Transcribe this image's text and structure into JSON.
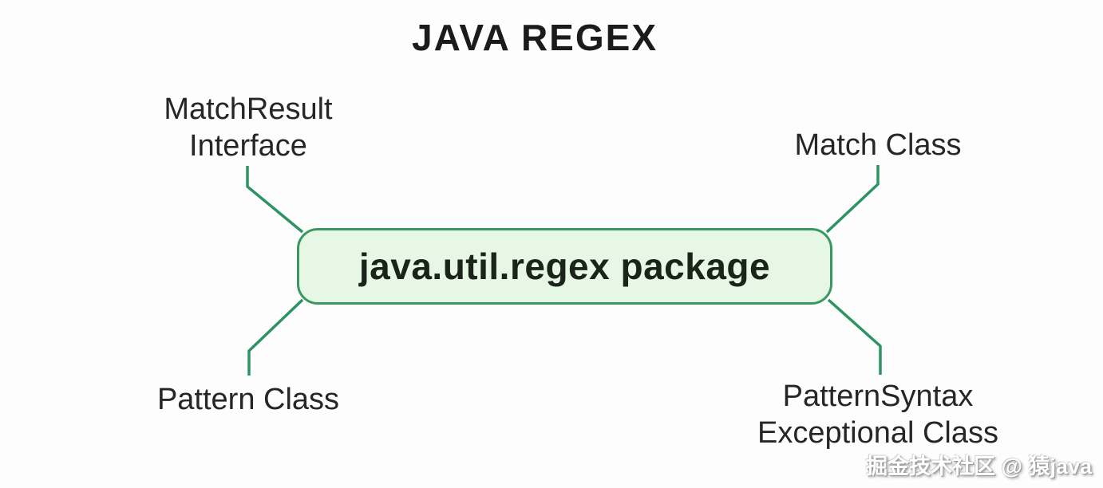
{
  "title": "JAVA REGEX",
  "center_box": {
    "label": "java.util.regex package"
  },
  "nodes": {
    "top_left": {
      "line1": "MatchResult",
      "line2": "Interface"
    },
    "top_right": {
      "line1": "Match Class"
    },
    "bottom_left": {
      "line1": "Pattern Class"
    },
    "bottom_right": {
      "line1": "PatternSyntax",
      "line2": "Exceptional Class"
    }
  },
  "watermark": "掘金技术社区 @ 猿java",
  "colors": {
    "line_green": "#2e9362",
    "box_border": "#38995f",
    "box_fill": "#e6f7e6",
    "box_text": "#1b241b",
    "title_color": "#1b1b1b",
    "label_color": "#262626",
    "background": "#fdfdfd"
  }
}
